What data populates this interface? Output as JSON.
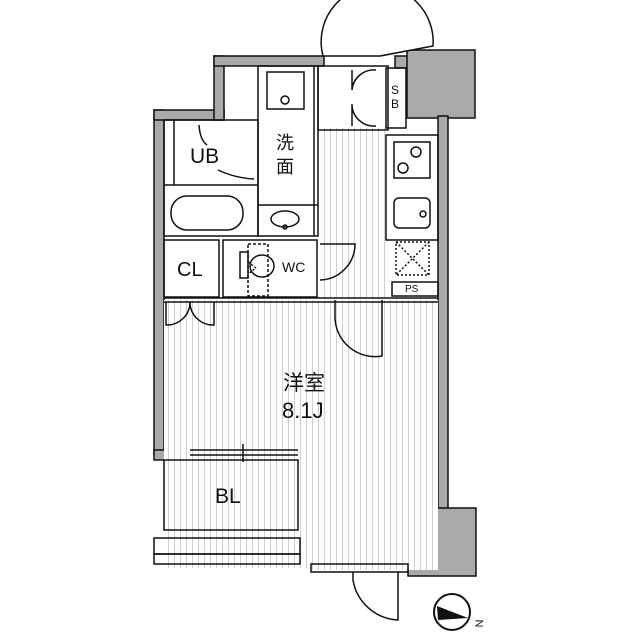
{
  "floor_plan": {
    "type": "1R apartment floor plan",
    "rooms": {
      "main_room": {
        "name": "洋室",
        "size": "8.1J"
      },
      "unit_bath": {
        "label": "UB"
      },
      "washroom": {
        "label": "洗面",
        "line1": "洗",
        "line2": "面"
      },
      "toilet": {
        "label": "WC"
      },
      "closet": {
        "label": "CL"
      },
      "shoe_box": {
        "label": "SB",
        "line1": "S",
        "line2": "B"
      },
      "pipe_space": {
        "label": "PS"
      },
      "balcony": {
        "label": "BL"
      }
    },
    "compass": {
      "label": "N",
      "direction": "east-southeast"
    },
    "colors": {
      "wall": "#a9a9a9",
      "line": "#111111",
      "floor_hatch": "#d8d8d8",
      "background": "#ffffff"
    }
  }
}
